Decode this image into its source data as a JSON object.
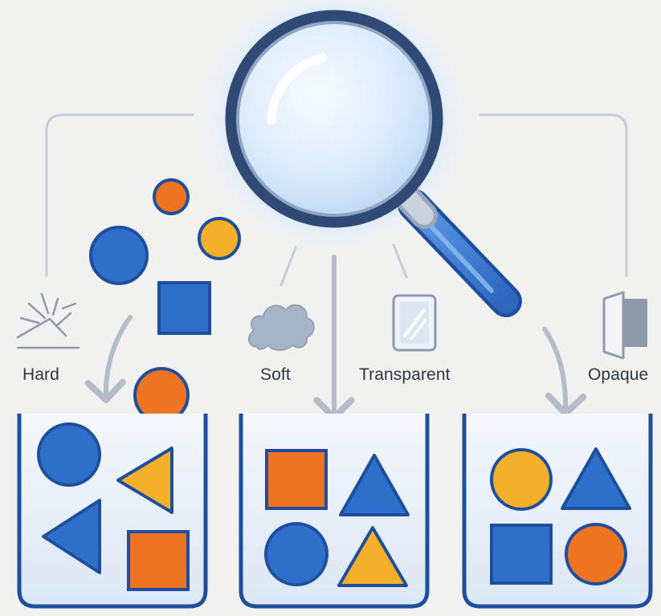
{
  "labels": {
    "hard": "Hard",
    "soft": "Soft",
    "transparent": "Transparent",
    "opaque": "Opaque"
  },
  "colors": {
    "blue": "#2e6fcc",
    "blue_dark": "#1f4f9c",
    "orange": "#ef7421",
    "yellow": "#f5b02a",
    "connector": "#c5ccd6",
    "arrow": "#b3bcc8",
    "icon_gray": "#8e9aab"
  },
  "icons": [
    "magnifying-glass-icon",
    "hard-impact-icon",
    "soft-cloud-icon",
    "transparent-glass-icon",
    "opaque-block-icon"
  ],
  "bins": [
    {
      "name": "bin-1",
      "shapes": [
        "blue-circle",
        "yellow-triangle",
        "blue-triangle",
        "orange-square"
      ]
    },
    {
      "name": "bin-2",
      "shapes": [
        "orange-square",
        "blue-triangle",
        "blue-circle",
        "yellow-triangle"
      ]
    },
    {
      "name": "bin-3",
      "shapes": [
        "yellow-circle",
        "blue-triangle",
        "blue-square",
        "orange-circle"
      ]
    }
  ],
  "falling_shapes": [
    "orange-circle",
    "yellow-circle",
    "blue-circle",
    "blue-square",
    "orange-circle"
  ]
}
